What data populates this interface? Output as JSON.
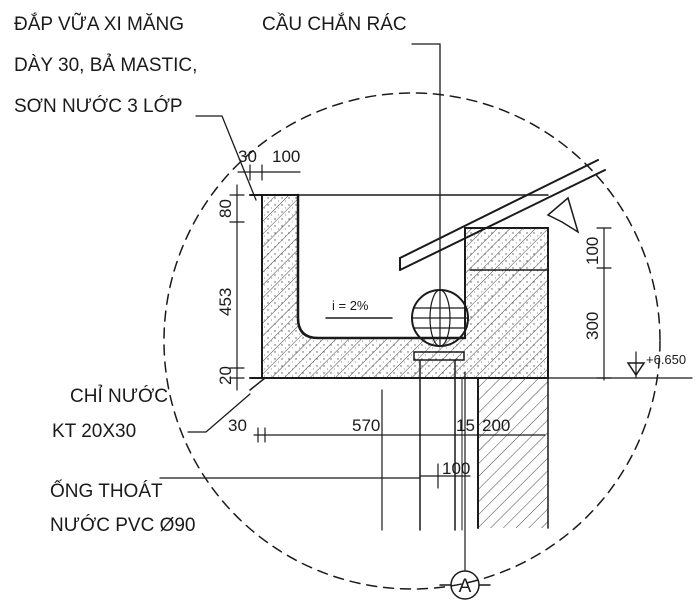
{
  "annotations": {
    "plaster_line1": "ĐẮP VỮA XI MĂNG",
    "plaster_line2": "DÀY 30, BẢ MASTIC,",
    "plaster_line3": "SƠN NƯỚC 3 LỚP",
    "strainer": "CẦU CHẮN RÁC",
    "drip_line1": "CHỈ NƯỚC",
    "drip_line2": "KT 20X30",
    "pipe_line1": "ỐNG THOÁT",
    "pipe_line2": "NƯỚC PVC Ø90"
  },
  "dimensions": {
    "d30_top": "30",
    "d100_top": "100",
    "d80": "80",
    "d453": "453",
    "d20": "20",
    "d30_bottom": "30",
    "d570": "570",
    "d15": "15",
    "d200": "200",
    "d100_pipe": "100",
    "d100_right": "100",
    "d300": "300"
  },
  "slope": "i = 2%",
  "level": "+6.650",
  "section_marker": "A"
}
